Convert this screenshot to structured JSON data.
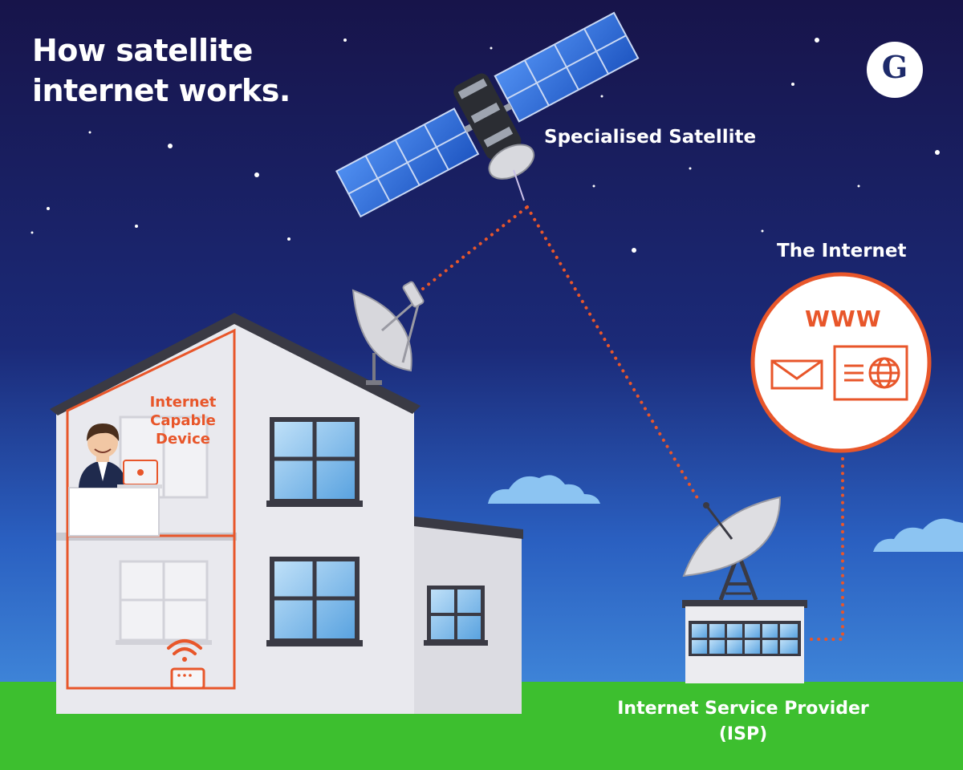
{
  "title": {
    "line1": "How satellite",
    "line2": "internet works."
  },
  "logo": {
    "letter": "G",
    "icon": "brand-logo-icon"
  },
  "labels": {
    "satellite": "Specialised Satellite",
    "internet": "The Internet",
    "www": "WWW",
    "device_line1": "Internet",
    "device_line2": "Capable",
    "device_line3": "Device",
    "isp_line1": "Internet Service Provider",
    "isp_line2": "(ISP)"
  },
  "icons": [
    "satellite-icon",
    "satellite-dish-icon",
    "ground-station-dish-icon",
    "envelope-icon",
    "web-page-icon",
    "globe-icon",
    "wifi-icon",
    "router-icon",
    "laptop-icon",
    "person-icon",
    "cloud-icon",
    "star-icon"
  ],
  "colors": {
    "sky_top": "#17144a",
    "sky_mid": "#1f3e9a",
    "sky_bottom": "#3f8fe0",
    "grass": "#3dbf2f",
    "accent_orange": "#e8562a",
    "house_wall": "#e9e9ee",
    "roof": "#3a3a44",
    "panel_blue": "#2f6fd6",
    "white": "#ffffff"
  }
}
